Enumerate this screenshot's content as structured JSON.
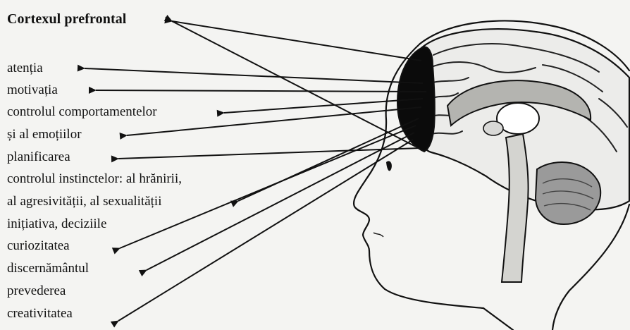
{
  "title": "Cortexul prefrontal",
  "functions": [
    "atenția",
    "motivația",
    "controlul comportamentelor",
    "și al emoțiilor",
    "planificarea",
    "controlul instinctelor: al hrănirii,",
    "al agresivității, al sexualității",
    "inițiativa, deciziile",
    "curiozitatea",
    "discernământul",
    "prevederea",
    "creativitatea"
  ],
  "colors": {
    "background": "#f4f4f2",
    "ink": "#111111",
    "highlight_region": "#0b0b0b",
    "brain_shade": "#9a9a9a"
  },
  "icons": [
    "brain-illustration",
    "head-profile",
    "arrow"
  ]
}
